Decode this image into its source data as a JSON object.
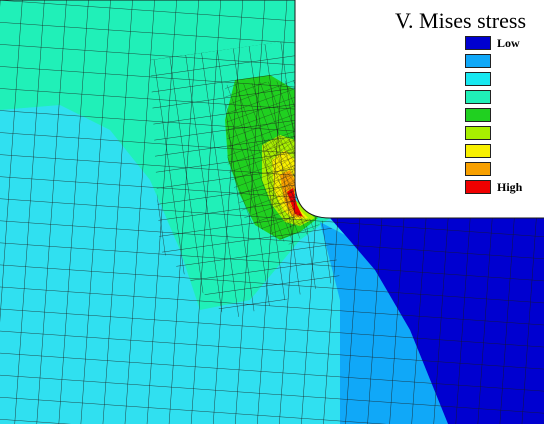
{
  "legend": {
    "title": "V. Mises stress",
    "levels": [
      {
        "color": "#0000d0",
        "label": "Low"
      },
      {
        "color": "#10a8f8",
        "label": ""
      },
      {
        "color": "#18e8f0",
        "label": ""
      },
      {
        "color": "#20f0b8",
        "label": ""
      },
      {
        "color": "#20d020",
        "label": ""
      },
      {
        "color": "#a8f000",
        "label": ""
      },
      {
        "color": "#f8f000",
        "label": ""
      },
      {
        "color": "#f8a000",
        "label": ""
      },
      {
        "color": "#f00000",
        "label": "High"
      }
    ]
  },
  "colors": {
    "background": "#ffffff",
    "mesh_line": "#1a1a1a"
  }
}
